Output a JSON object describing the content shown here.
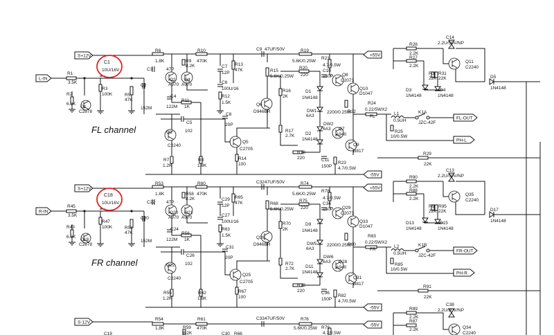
{
  "channels": [
    {
      "id": "fl",
      "title": "FL channel",
      "in_label": "L-IN",
      "out_label": "FL-OUT",
      "ph_label": "PH-L",
      "rail_pos": "S+12V",
      "rail_vpos": "+55V",
      "rail_vneg": "-55V",
      "net_label": "FL",
      "highlight": "C1",
      "parts": {
        "R1": "R1",
        "R1v": "3.5K",
        "C1": "C1",
        "C1v": "10U/16V",
        "R2": "R2",
        "R2v": "6.8K",
        "Q1": "Q1",
        "Q1v": "C2878",
        "R3": "R3",
        "R3v": "100K",
        "R5": "R5",
        "R5v": "47K",
        "R6": "R6",
        "R6v": "1.8K",
        "C2": "C2",
        "C2v": "152M",
        "C3": "C3",
        "C3v": "47P",
        "Q2": "Q2",
        "Q2v": "A970",
        "Q4": "Q4",
        "Q4v": "A970",
        "R9": "R9",
        "R9v": "8.2K",
        "R10": "R10",
        "R10v": "470K",
        "C4": "C4",
        "C4v": "122M",
        "R11": "R11",
        "R11v": "1K",
        "C5": "C5",
        "C5v": "102",
        "C7": "C7",
        "C7v": "12P",
        "R13": "R13",
        "R13v": "47K",
        "C6": "C6",
        "C6v": "100U/16",
        "R12": "R12",
        "R12v": "1.5K",
        "C8": "C8",
        "C8v": "20P",
        "Q3": "Q3",
        "Q3v": "C2240",
        "R7": "R7",
        "R7v": "1.2K",
        "R8": "R8",
        "R8v": "1.8K",
        "Q5": "Q5",
        "Q5v": "C2705",
        "R14": "R14",
        "R14v": "100",
        "C9": "C9",
        "C9v": "47UF/50V",
        "R15": "R15",
        "R15v": "5.6K/0.25W",
        "Q6": "Q6",
        "Q6v": "D946BR",
        "R16": "R16",
        "R16v": "2K",
        "R19": "R19",
        "R19v": "5.6K/0.25W",
        "R20": "R20",
        "R20v": "220",
        "R21": "R21",
        "R21v": "4.7/0.5W",
        "D1": "D1",
        "D1v": "1N4148",
        "DW1": "DW1",
        "DW1v": "6A3",
        "C10": "C10",
        "C10v": "150P",
        "Q8": "Q8",
        "Q8v": "C2073",
        "Q10": "Q10",
        "Q10v": "D1047",
        "R17": "R17",
        "R17v": "2.7K",
        "D2": "D2",
        "D2v": "1N4148",
        "DW2": "DW2",
        "DW2v": "6A3",
        "R22": "R22",
        "R24": "R24",
        "R24v": "0.22/5WX2",
        "Q7": "Q7",
        "Q7v": "A940",
        "R18": "R18",
        "R18v": "220",
        "C11": "C11",
        "C11v": "150P",
        "Q9": "Q9",
        "Q9v": "B817",
        "R23": "R23",
        "R23v": "4.7/0.5W",
        "Cv": "2200/0.25W",
        "R28": "R28",
        "R28v": "2.2K",
        "R27": "R27",
        "R27v": "2.2K",
        "R30": "R30",
        "R30v": "22K",
        "R31": "R31",
        "R31v": "22K",
        "C14": "C14",
        "C14v": "2.2U/50V/NP",
        "Q11": "Q11",
        "Q11v": "C2240",
        "D5": "D5",
        "D5v": "1N4148",
        "D3": "D3",
        "D3v": "1N4148",
        "D4": "D4",
        "D4v": "1N4148",
        "L1": "L1",
        "L1v": "0.5UH",
        "K1A": "K1A",
        "K1Av": "JZC-42F",
        "R25": "R25",
        "R25v": "10/0.5W",
        "R29": "R29",
        "R29v": "22K"
      }
    },
    {
      "id": "fr",
      "title": "FR channel",
      "in_label": "R-IN",
      "out_label": "FR-OUT",
      "ph_label": "PH-R",
      "rail_pos": "S+12V",
      "rail_vpos": "+55V",
      "rail_vneg": "-55V",
      "net_label": "FR",
      "highlight": "C18",
      "parts": {
        "R1": "R45",
        "R1v": "3.5K",
        "C1": "C18",
        "C1v": "10U/16V",
        "R2": "R43",
        "R2v": "6.8K",
        "Q1": "Q18",
        "Q1v": "C2878",
        "R3": "R47",
        "R3v": "100K",
        "R5": "R51",
        "R5v": "47K",
        "R6": "R53",
        "R6v": "1.8K",
        "C2": "C20",
        "C2v": "152M",
        "C3": "C22",
        "C3v": "47P",
        "Q2": "Q20",
        "Q2v": "A970",
        "Q4": "Q21",
        "Q4v": "A970",
        "R9": "R58",
        "R9v": "8.2K",
        "R10": "R60",
        "R10v": "470K",
        "C4": "C24",
        "C4v": "122M",
        "R11": "R56",
        "R11v": "1K",
        "C5": "C26",
        "C5v": "102",
        "C7": "C29",
        "C7v": "12P",
        "R13": "R65",
        "R13v": "47K",
        "C6": "C27",
        "C6v": "100U/16",
        "R12": "R63",
        "R12v": "1.5K",
        "C8": "C31",
        "C8v": "20P",
        "Q3": "Q22",
        "Q3v": "C2240",
        "R7": "R55",
        "R7v": "1.2K",
        "R8": "R62",
        "R8v": "1.8K",
        "Q5": "Q25",
        "Q5v": "C2705",
        "R14": "R67",
        "R14v": "100",
        "C9": "C32",
        "C9v": "47UF/50V",
        "R15": "R68",
        "R15v": "5.6K/0.25W",
        "Q6": "Q26",
        "Q6v": "D946BR",
        "R16": "R70",
        "R16v": "2K",
        "R19": "R74",
        "R19v": "5.6K/0.25W",
        "R20": "R75",
        "R20v": "220",
        "R21": "R78",
        "R21v": "4.7/0.5W",
        "D1": "D9",
        "D1v": "1N4148",
        "DW1": "DW5",
        "DW1v": "6A3",
        "C10": "C34",
        "C10v": "150P",
        "Q8": "Q29",
        "Q8v": "C2073",
        "Q10": "Q33",
        "Q10v": "D1047",
        "R17": "R72",
        "R17v": "2.7K",
        "D2": "D11",
        "D2v": "1N4148",
        "DW2": "DW6",
        "DW2v": "6A3",
        "R22": "R80",
        "R24": "R83",
        "R24v": "0.22/5WX2",
        "Q7": "Q28",
        "Q7v": "A940",
        "R18": "R73",
        "R18v": "220",
        "C11": "C36",
        "C11v": "150P",
        "Q9": "Q31",
        "Q9v": "B817",
        "R23": "R82",
        "R23v": "4.7/0.5W",
        "Cv": "2200/0.25W",
        "R28": "R90",
        "R28v": "2.2K",
        "R27": "R88",
        "R27v": "2.2K",
        "R30": "R93",
        "R30v": "22K",
        "R31": "R95",
        "R31v": "22K",
        "C14": "C13",
        "C14v": "2.2U/50V/NP",
        "Q11": "Q35",
        "Q11v": "C2240",
        "D5": "D17",
        "D5v": "1N4148",
        "D3": "D13",
        "D3v": "1N4148",
        "D4": "D15",
        "D4v": "1N4148",
        "L1": "L2",
        "L1v": "0.5UH",
        "K1A": "K1B",
        "K1Av": "JZC-42F",
        "R25": "R85",
        "R25v": "10/0.5W",
        "R29": "R91",
        "R29v": "22K"
      }
    }
  ],
  "partial": {
    "rail_neg": "S-12V",
    "rail_vneg": "-55V",
    "R54": "R54",
    "R54v": "1.8K",
    "C19": "C19",
    "R59": "R59",
    "R59v": "8.2K",
    "R61": "R61",
    "R61v": "470K",
    "C30": "C30",
    "R66": "R66",
    "C33": "C33",
    "C33v": "47UF/50V",
    "R76": "R76",
    "R76v": "5.6K/0.25W",
    "R79": "R79",
    "R79v": "4.7/0.5W",
    "R89": "R89",
    "R89v": "2.2K",
    "R87": "R87",
    "R87v": "2.2K",
    "C38": "C38",
    "C38v": "2.2U/50V/NP",
    "Q34": "Q34",
    "Q34v": "C2240"
  }
}
